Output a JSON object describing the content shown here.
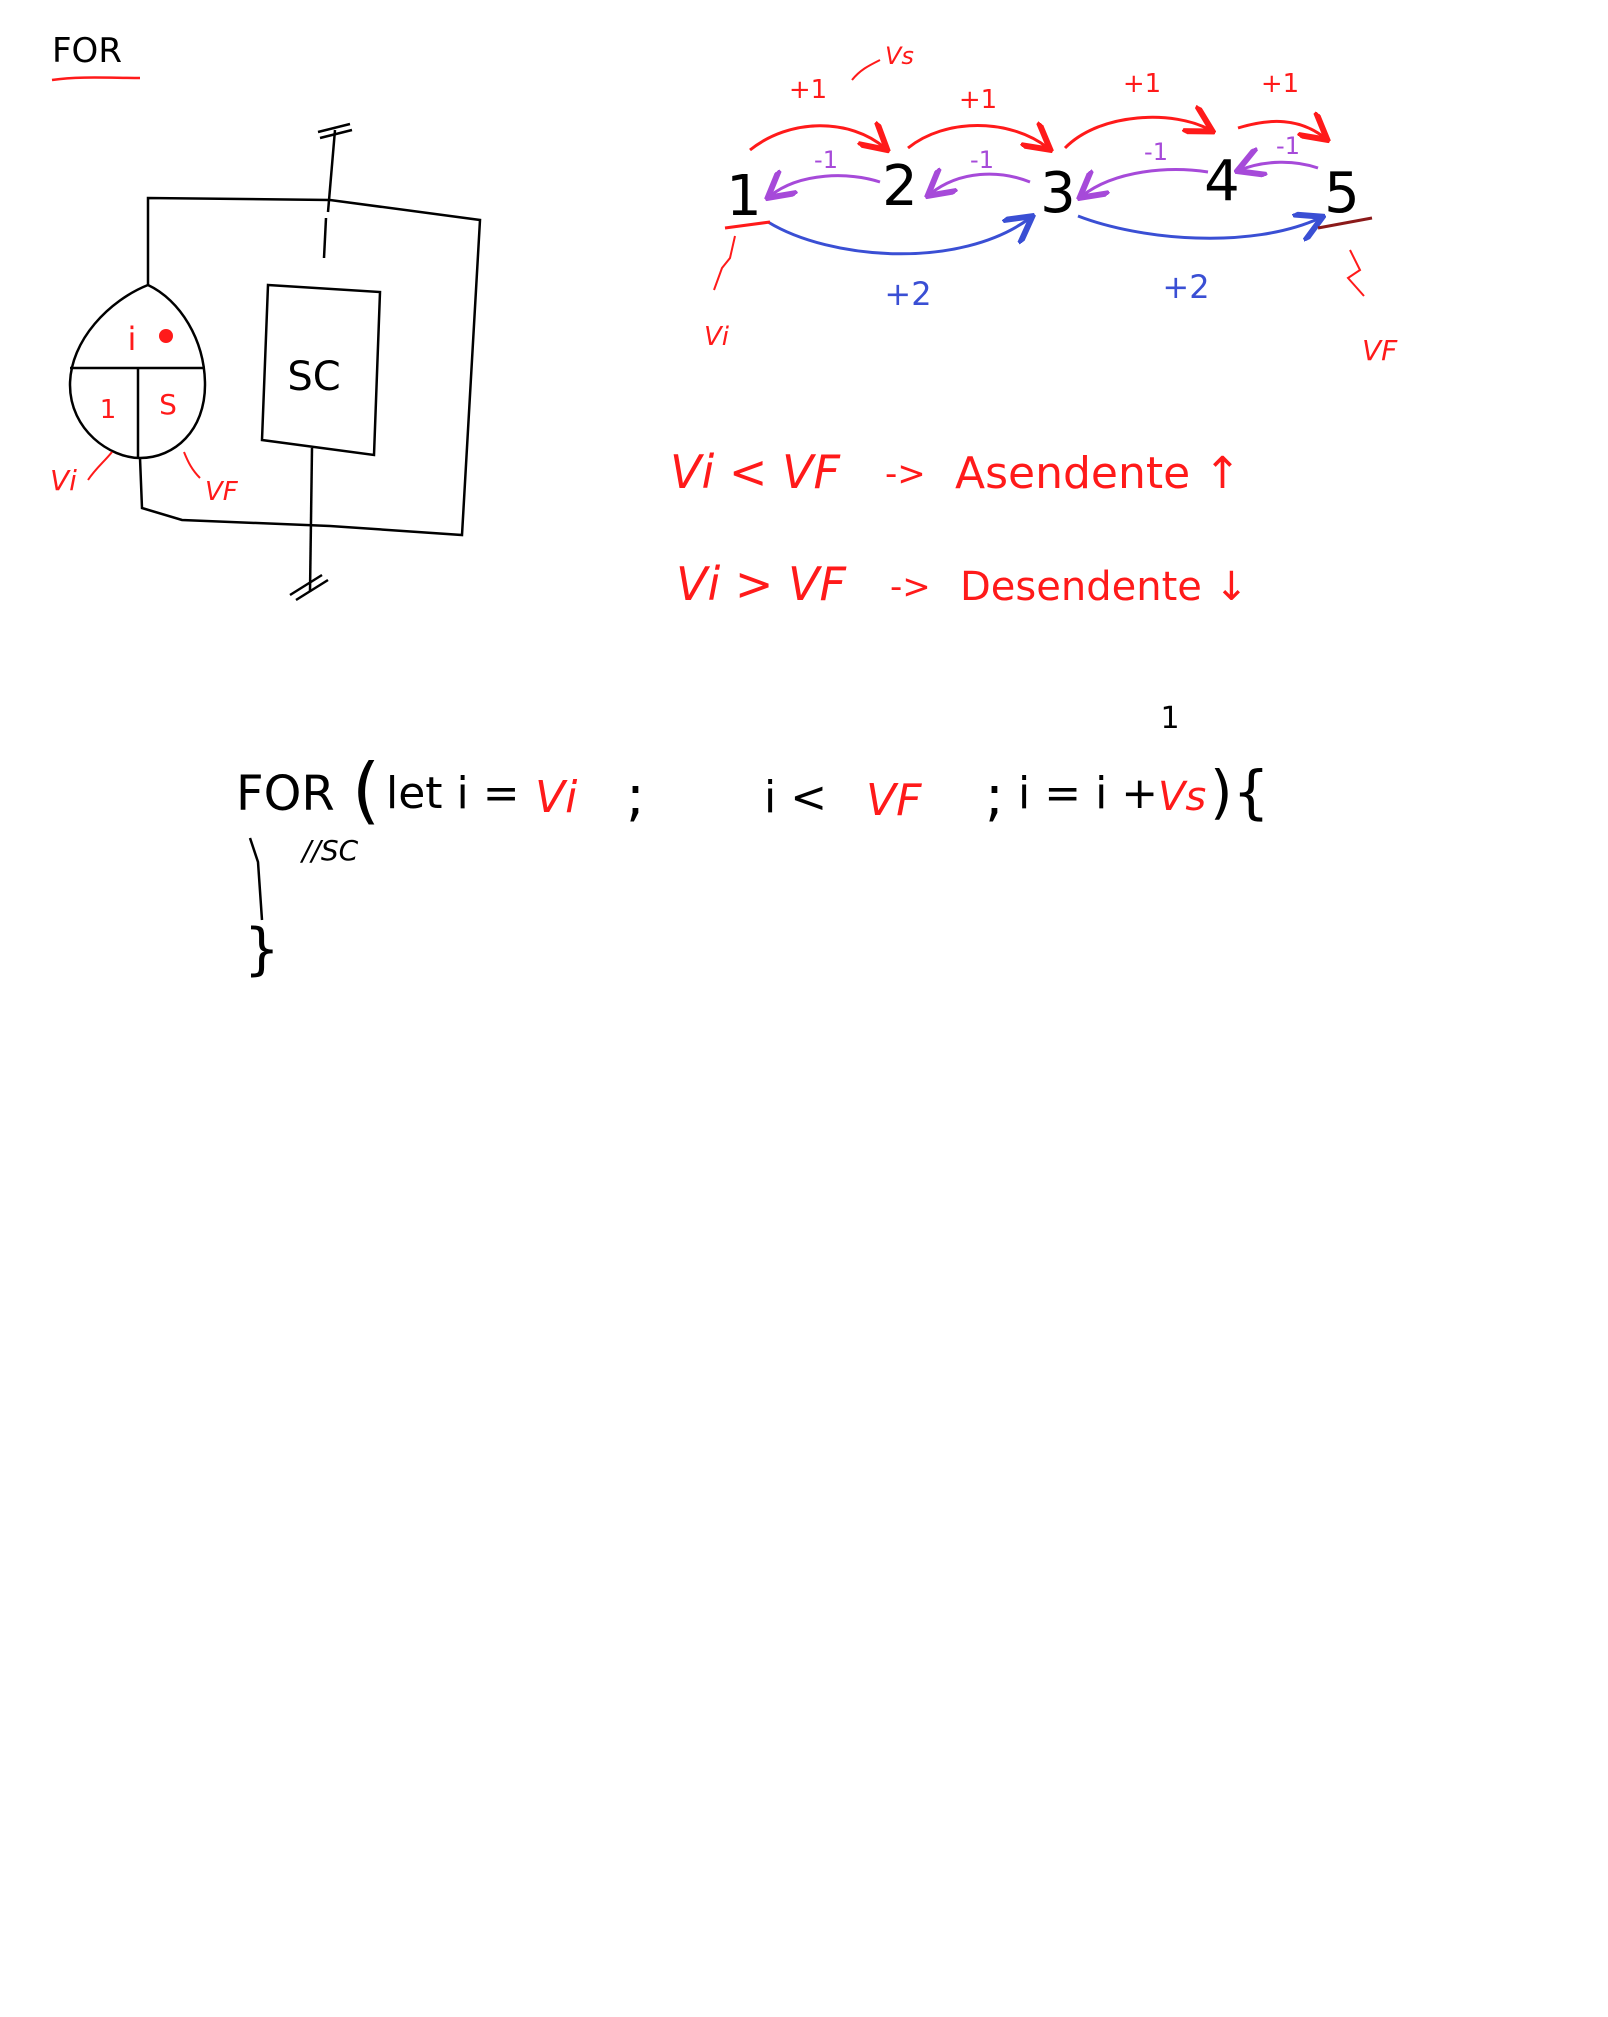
{
  "title": "FOR",
  "colors": {
    "ink": "#000000",
    "red": "#ff1a1a",
    "purple": "#a64ad9",
    "blue": "#3a4fd4",
    "darkred": "#8b1a1a"
  },
  "flowchart": {
    "symbol_top": "i",
    "symbol_left": "1",
    "symbol_right": "S",
    "block": "SC",
    "label_vi": "Vi",
    "label_vf": "VF"
  },
  "number_line": {
    "numbers": [
      "1",
      "2",
      "3",
      "4",
      "5"
    ],
    "step_plus_one": "+1",
    "step_vs": "Vs",
    "step_minus_one": "-1",
    "step_plus_two": "+2",
    "label_vi": "Vi",
    "label_vf": "VF"
  },
  "rules": [
    {
      "left": "Vi < VF",
      "arrow": "->",
      "right": "Asendente ↑"
    },
    {
      "left": "Vi > VF",
      "arrow": "->",
      "right": "Desendente ↓"
    }
  ],
  "code": {
    "kw": "FOR",
    "open_paren": "(",
    "let": "let i =",
    "vi": "Vi",
    "semi1": ";",
    "cond": "i <",
    "vf": "VF",
    "semi2": ";",
    "update": "i = i +",
    "vs": "Vs",
    "close": "){",
    "body": "//SC",
    "end": "}",
    "superscript": "1"
  }
}
